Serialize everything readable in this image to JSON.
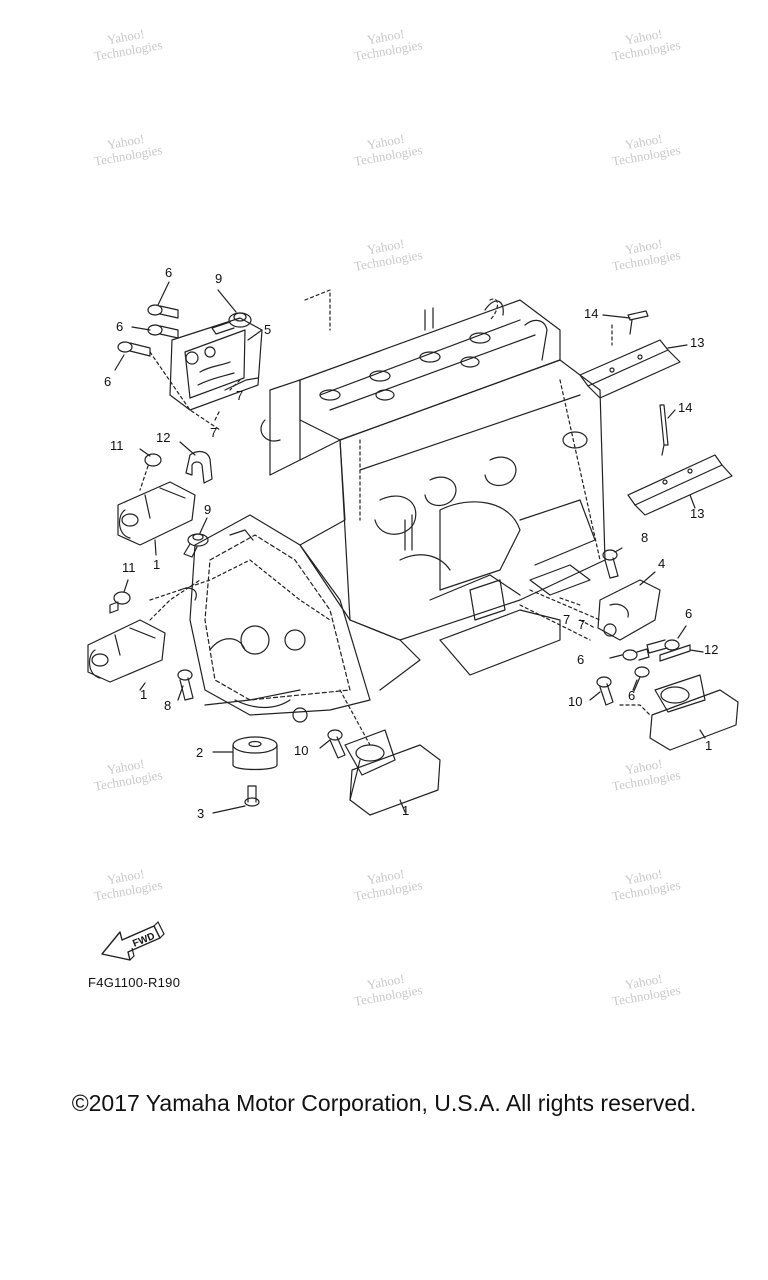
{
  "diagram": {
    "callouts": {
      "c1a": "1",
      "c1b": "1",
      "c1c": "1",
      "c1d": "1",
      "c2": "2",
      "c3": "3",
      "c4": "4",
      "c5": "5",
      "c6a": "6",
      "c6b": "6",
      "c6c": "6",
      "c6d": "6",
      "c6e": "6",
      "c6f": "6",
      "c7a": "7",
      "c7b": "7",
      "c7c": "7",
      "c7d": "7",
      "c8a": "8",
      "c8b": "8",
      "c9a": "9",
      "c9b": "9",
      "c10a": "10",
      "c10b": "10",
      "c11a": "11",
      "c11b": "11",
      "c12a": "12",
      "c12b": "12",
      "c13a": "13",
      "c13b": "13",
      "c14a": "14",
      "c14b": "14"
    },
    "fwd_label": "FWD",
    "drawing_code": "F4G1100-R190"
  },
  "watermark": {
    "line1": "Yahoo!",
    "line2": "Technologies"
  },
  "footer": {
    "copyright": "©2017 Yamaha Motor Corporation, U.S.A. All rights reserved."
  }
}
